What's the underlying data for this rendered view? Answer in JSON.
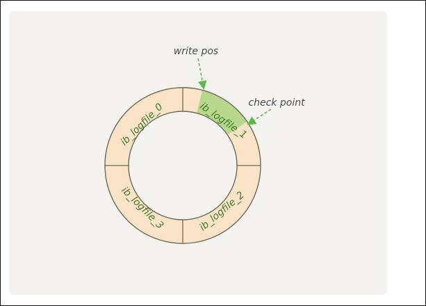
{
  "diagram": {
    "segments": [
      {
        "label": "ib_logfile_0",
        "fill": "#fae3c7",
        "highlighted": false
      },
      {
        "label": "ib_logfile_1",
        "fill": "#b8d98c",
        "highlighted": true
      },
      {
        "label": "ib_logfile_2",
        "fill": "#fae3c7",
        "highlighted": false
      },
      {
        "label": "ib_logfile_3",
        "fill": "#fae3c7",
        "highlighted": false
      }
    ],
    "pointers": {
      "write_pos": "write pos",
      "check_point": "check point"
    },
    "colors": {
      "ring_fill": "#fae3c7",
      "highlight_fill": "#b8d98c",
      "ring_stroke": "#6b6b55",
      "label_text": "#3f7a2c",
      "arrow": "#5fb84a",
      "pointer_text": "#4a4a4a",
      "panel_bg": "#f4f3ef"
    }
  }
}
